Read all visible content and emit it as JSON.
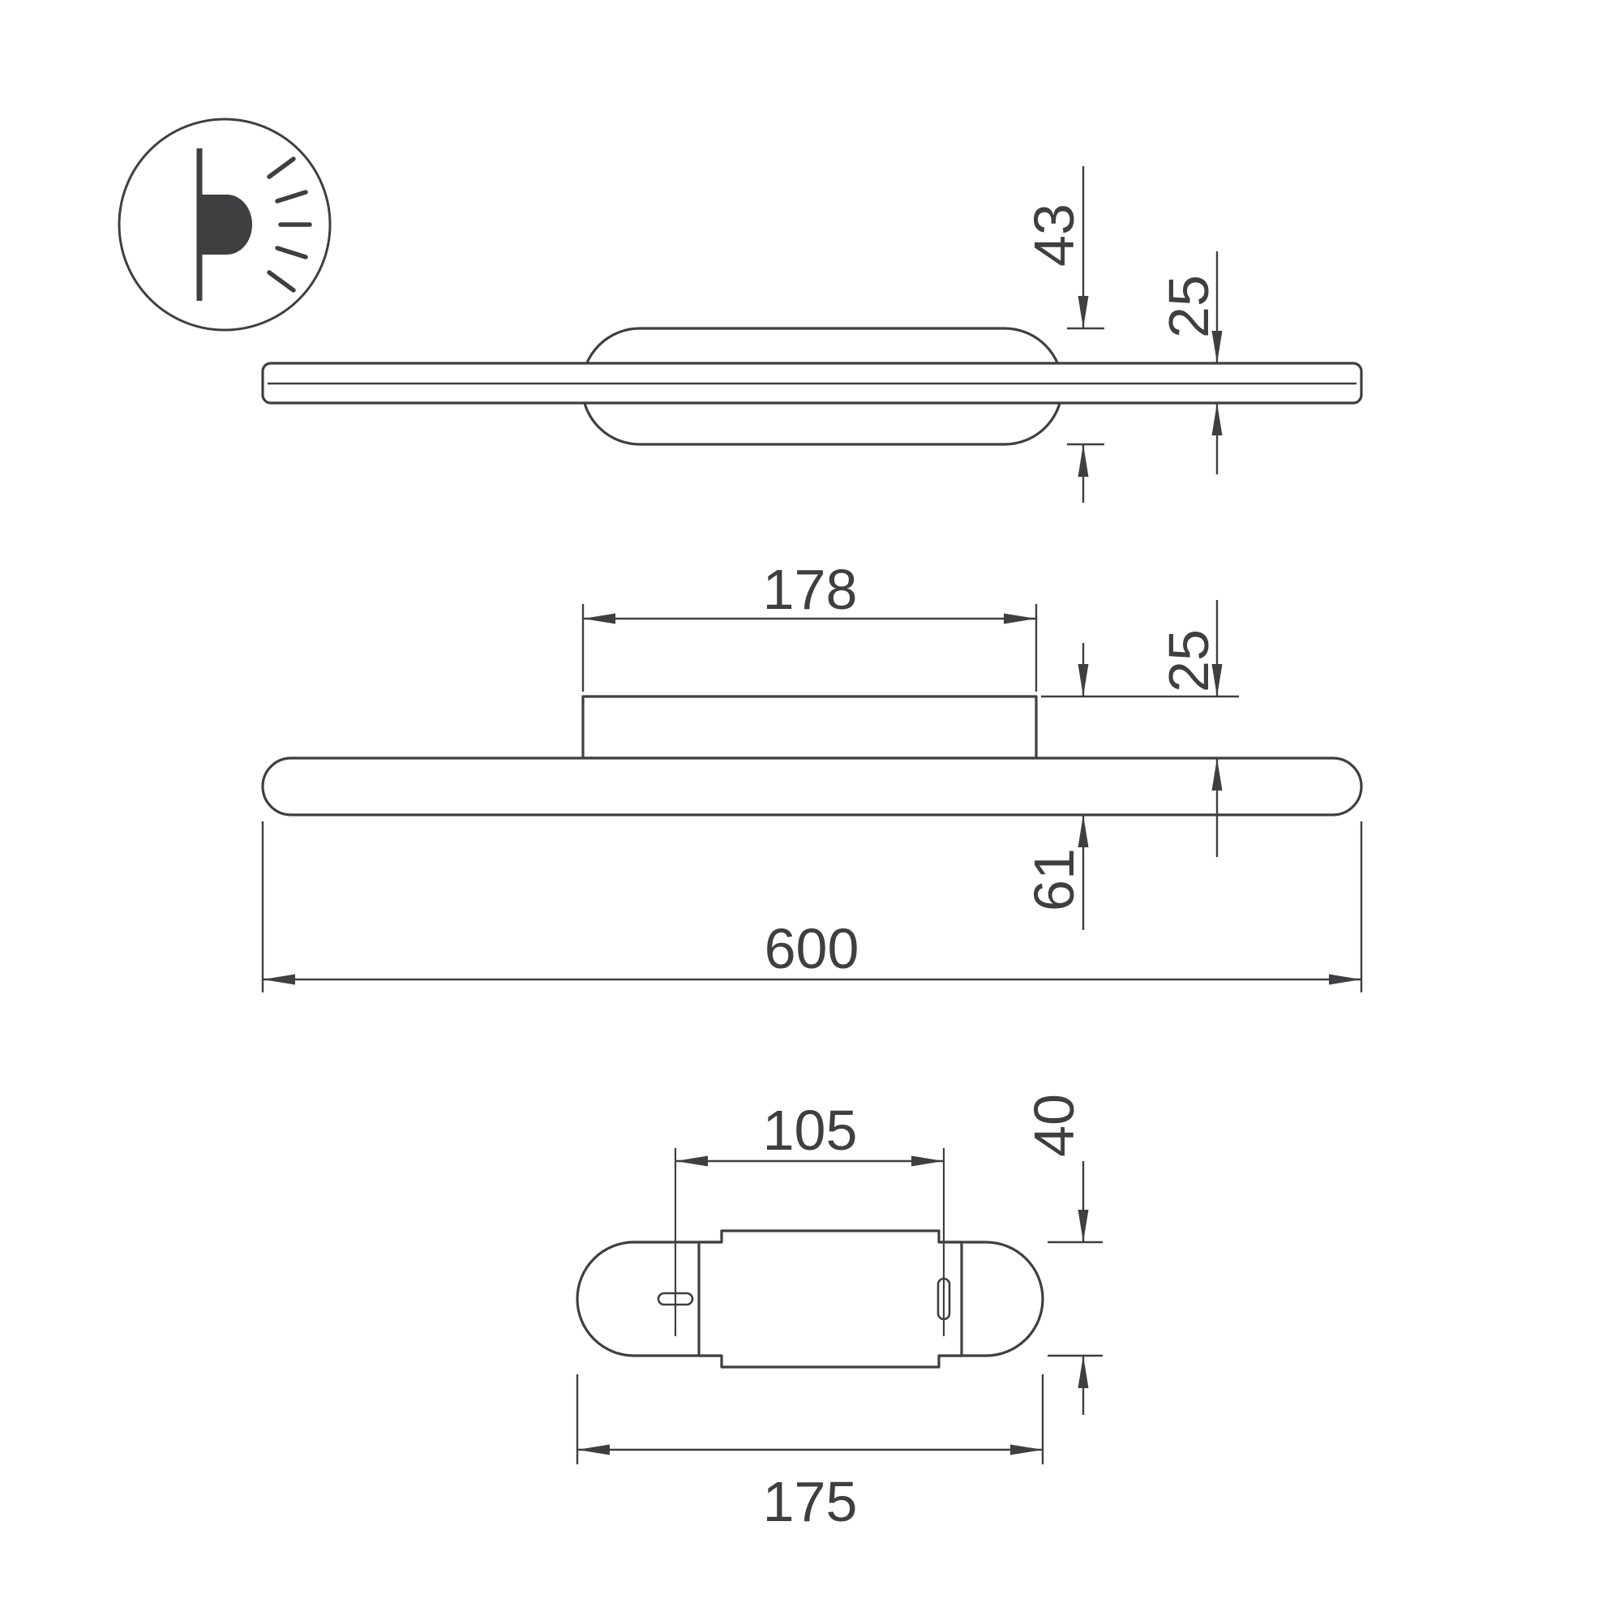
{
  "drawing": {
    "background": "#ffffff",
    "line_color": "#3f3f41",
    "icon": {
      "name": "wall-light-emitting-icon"
    },
    "views": {
      "side": {
        "dims": {
          "body_depth": "43",
          "panel_thickness": "25"
        }
      },
      "front": {
        "dims": {
          "mount_box_width": "178",
          "mount_box_height": "25",
          "overall_depth": "61",
          "overall_length": "600"
        }
      },
      "bracket": {
        "dims": {
          "hole_spacing": "105",
          "height": "40",
          "length": "175"
        }
      }
    }
  }
}
